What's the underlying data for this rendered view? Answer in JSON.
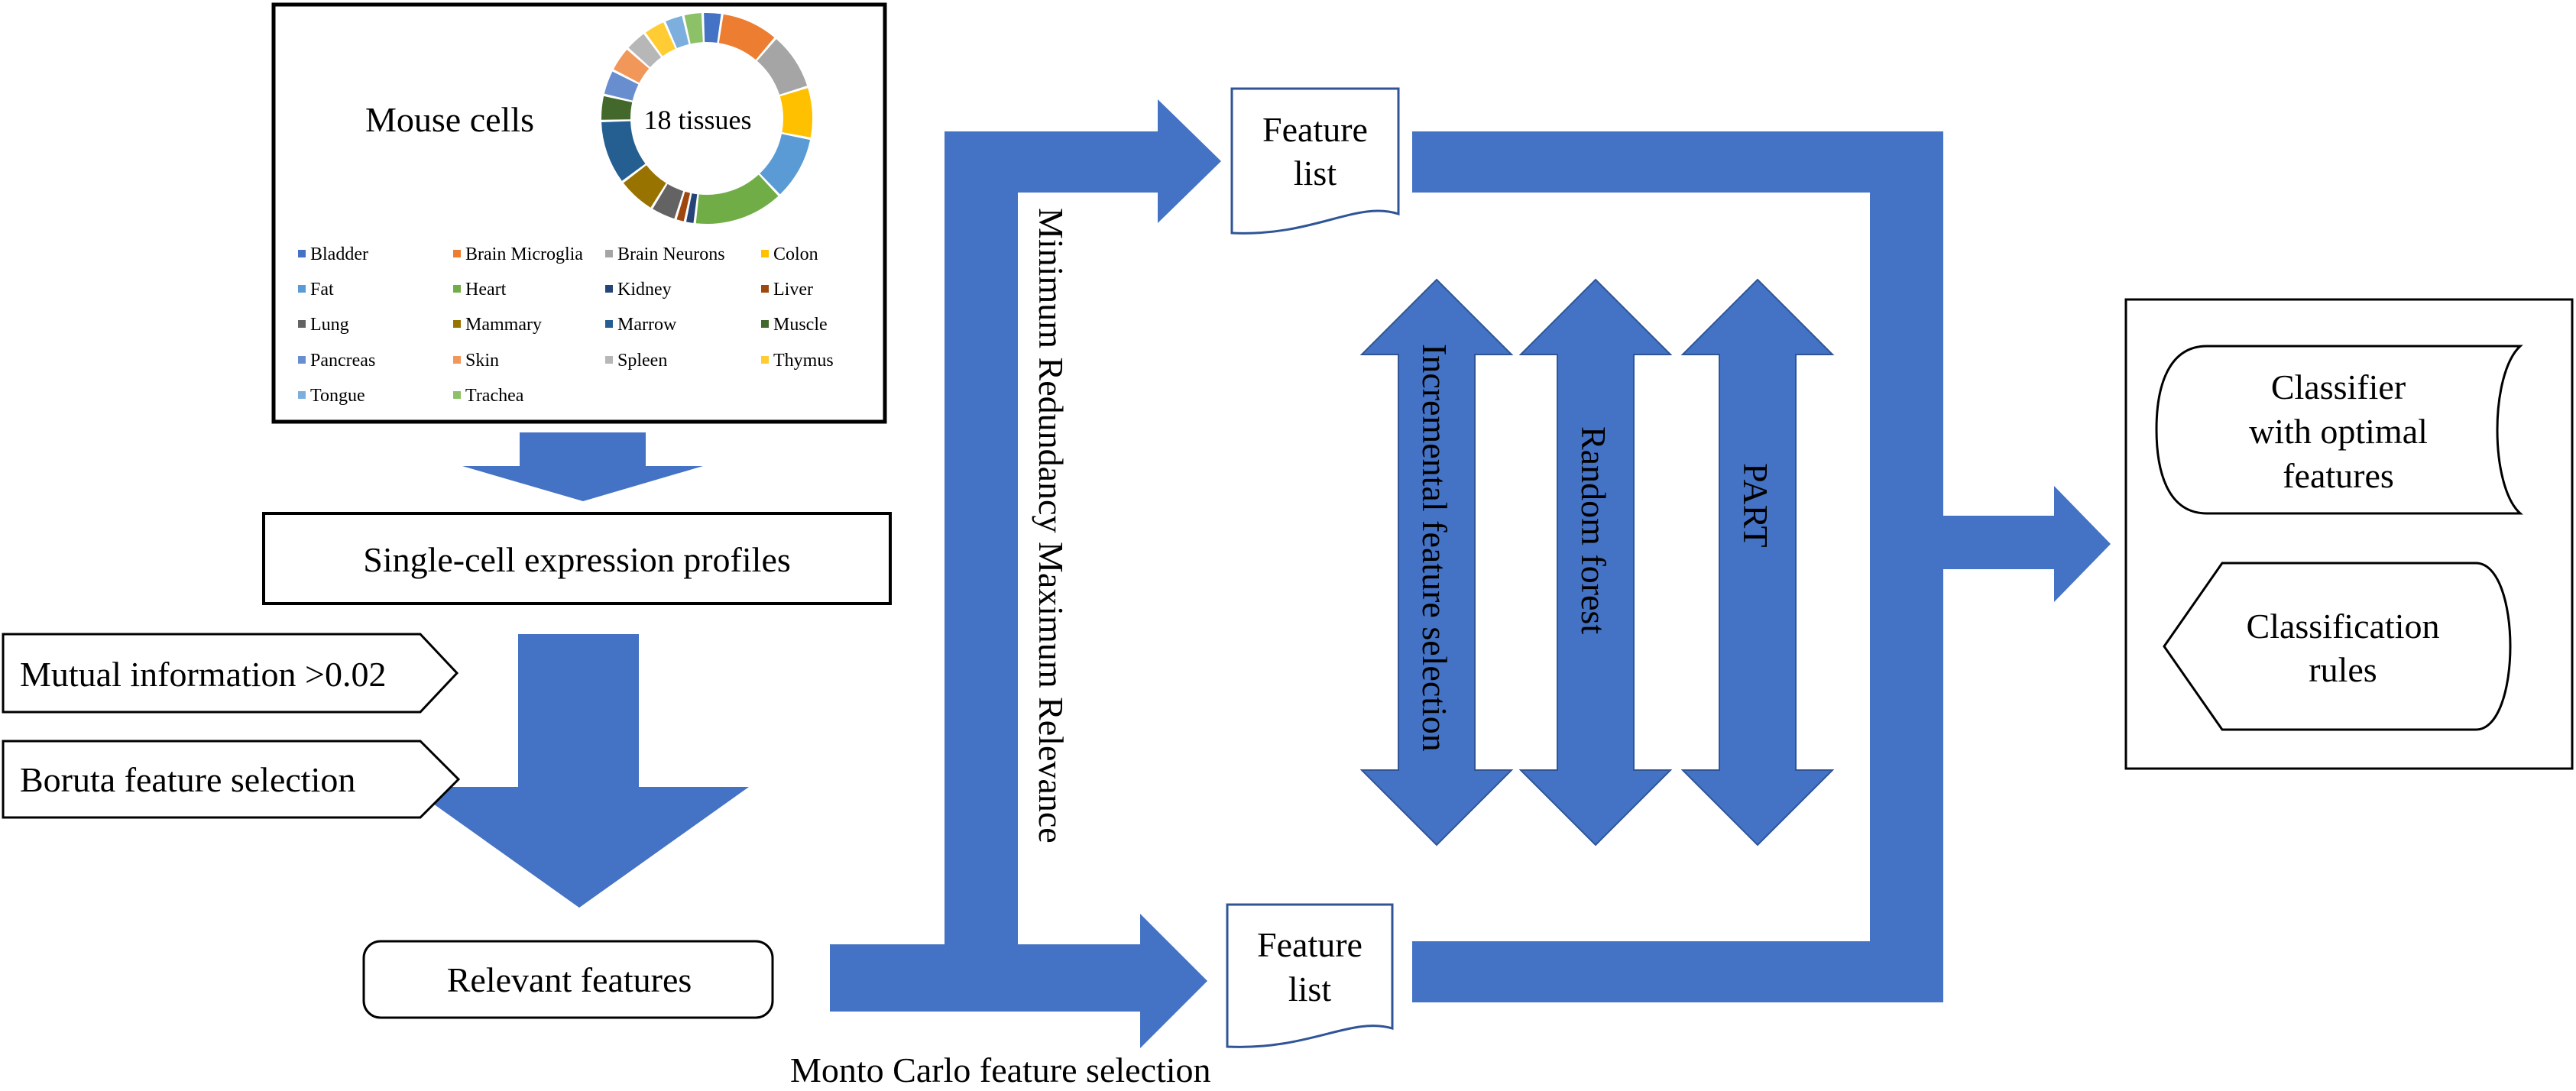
{
  "colors": {
    "arrow_blue": "#4472C4",
    "outline": "#000000",
    "doc_outline": "#2F5597"
  },
  "mouse_cells": {
    "title": "Mouse cells",
    "donut_center": "18 tissues",
    "tissues": [
      {
        "name": "Bladder",
        "color": "#4472C4",
        "share": 3
      },
      {
        "name": "Brain Microglia",
        "color": "#ED7D31",
        "share": 9
      },
      {
        "name": "Brain Neurons",
        "color": "#A5A5A5",
        "share": 9
      },
      {
        "name": "Colon",
        "color": "#FFC000",
        "share": 8
      },
      {
        "name": "Fat",
        "color": "#5B9BD5",
        "share": 10
      },
      {
        "name": "Heart",
        "color": "#70AD47",
        "share": 14
      },
      {
        "name": "Kidney",
        "color": "#264478",
        "share": 1.5
      },
      {
        "name": "Liver",
        "color": "#9E480E",
        "share": 1.5
      },
      {
        "name": "Lung",
        "color": "#636363",
        "share": 4
      },
      {
        "name": "Mammary",
        "color": "#997300",
        "share": 6
      },
      {
        "name": "Marrow",
        "color": "#255E91",
        "share": 10
      },
      {
        "name": "Muscle",
        "color": "#43682B",
        "share": 4
      },
      {
        "name": "Pancreas",
        "color": "#698ED0",
        "share": 4
      },
      {
        "name": "Skin",
        "color": "#F1975A",
        "share": 4
      },
      {
        "name": "Spleen",
        "color": "#B7B7B7",
        "share": 3.5
      },
      {
        "name": "Thymus",
        "color": "#FFCD33",
        "share": 3.5
      },
      {
        "name": "Tongue",
        "color": "#7CAFDD",
        "share": 3
      },
      {
        "name": "Trachea",
        "color": "#8CC168",
        "share": 3
      }
    ]
  },
  "steps": {
    "profiles": "Single-cell expression profiles",
    "mutual_info": "Mutual information >0.02",
    "boruta": "Boruta feature selection",
    "relevant": "Relevant features",
    "mrmr": "Minimum Redundancy Maximum Relevance",
    "mcfs": "Monto Carlo feature selection",
    "feature_list_line1": "Feature",
    "feature_list_line2": "list",
    "ifs": "Incremental feature selection",
    "rf": "Random forest",
    "part": "PART",
    "classifier_line1": "Classifier",
    "classifier_line2": "with optimal",
    "classifier_line3": "features",
    "rules_line1": "Classification",
    "rules_line2": "rules"
  }
}
